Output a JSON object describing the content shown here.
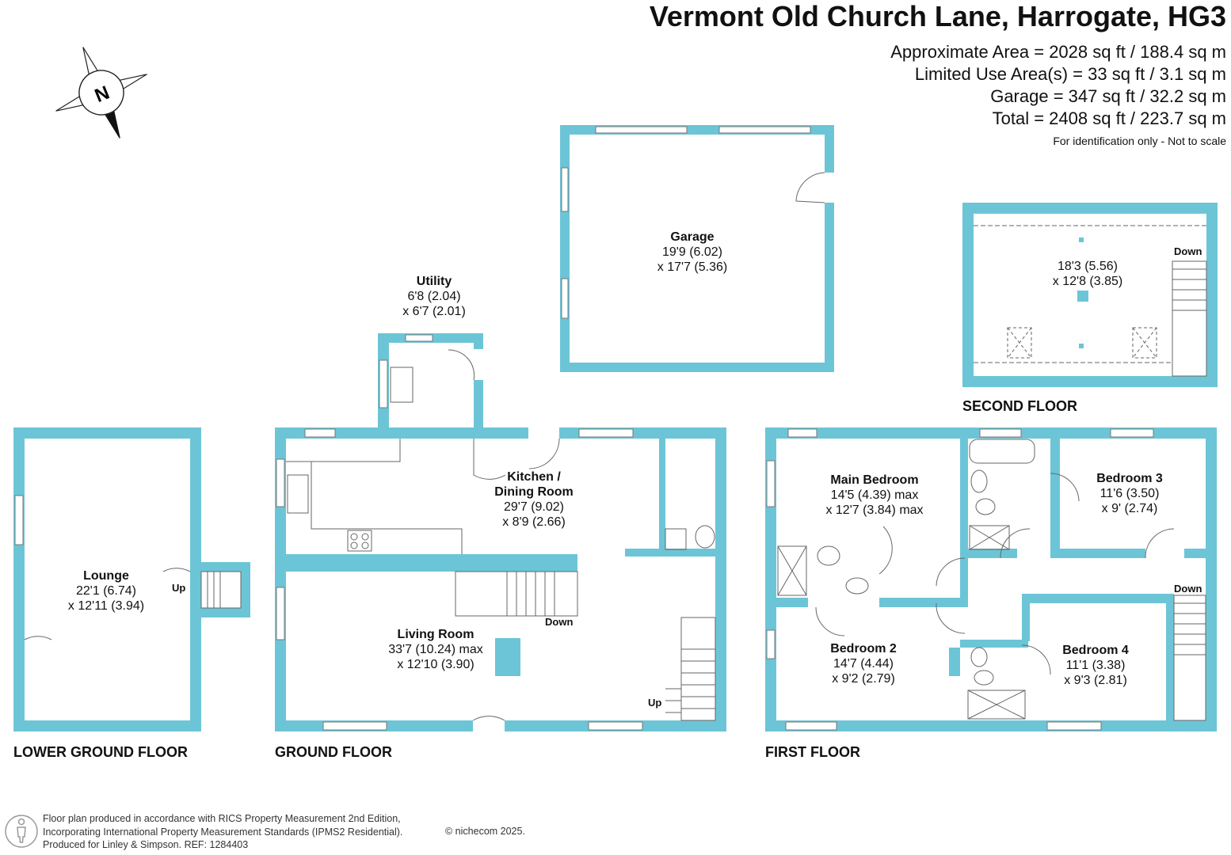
{
  "header": {
    "title": "Vermont Old Church Lane, Harrogate, HG3",
    "approx_area": "Approximate Area = 2028 sq ft / 188.4 sq m",
    "limited_use": "Limited Use Area(s) = 33 sq ft / 3.1 sq m",
    "garage_area": "Garage = 347 sq ft / 32.2 sq m",
    "total": "Total = 2408 sq ft / 223.7 sq m",
    "note": "For identification only - Not to scale"
  },
  "compass": {
    "icon": "north-arrow-icon",
    "label": "N"
  },
  "floors": {
    "lower_ground": "LOWER GROUND FLOOR",
    "ground": "GROUND FLOOR",
    "first": "FIRST FLOOR",
    "second": "SECOND FLOOR"
  },
  "rooms": {
    "lounge": {
      "name": "Lounge",
      "dim1": "22'1 (6.74)",
      "dim2": "x 12'11 (3.94)"
    },
    "utility": {
      "name": "Utility",
      "dim1": "6'8 (2.04)",
      "dim2": "x 6'7 (2.01)"
    },
    "garage": {
      "name": "Garage",
      "dim1": "19'9 (6.02)",
      "dim2": "x 17'7 (5.36)"
    },
    "kitchen": {
      "name1": "Kitchen /",
      "name2": "Dining Room",
      "dim1": "29'7 (9.02)",
      "dim2": "x 8'9 (2.66)"
    },
    "living": {
      "name": "Living Room",
      "dim1": "33'7 (10.24) max",
      "dim2": "x 12'10 (3.90)"
    },
    "main_bedroom": {
      "name": "Main Bedroom",
      "dim1": "14'5 (4.39) max",
      "dim2": "x 12'7 (3.84) max"
    },
    "bedroom2": {
      "name": "Bedroom 2",
      "dim1": "14'7 (4.44)",
      "dim2": "x 9'2 (2.79)"
    },
    "bedroom3": {
      "name": "Bedroom 3",
      "dim1": "11'6 (3.50)",
      "dim2": "x 9' (2.74)"
    },
    "bedroom4": {
      "name": "Bedroom 4",
      "dim1": "11'1 (3.38)",
      "dim2": "x 9'3 (2.81)"
    },
    "attic": {
      "dim1": "18'3 (5.56)",
      "dim2": "x 12'8 (3.85)"
    }
  },
  "stair_labels": {
    "lower_up": "Up",
    "ground_down": "Down",
    "ground_up": "Up",
    "first_down": "Down",
    "second_down": "Down"
  },
  "footer": {
    "line1": "Floor plan produced in accordance with RICS Property Measurement 2nd Edition,",
    "line2": "Incorporating International Property Measurement Standards (IPMS2 Residential).",
    "line3": "Produced for Linley & Simpson.   REF:  1284403",
    "copyright": "© nichecom 2025."
  },
  "colors": {
    "wall": "#6cc5d6",
    "text": "#111111",
    "fixture": "#555555"
  }
}
